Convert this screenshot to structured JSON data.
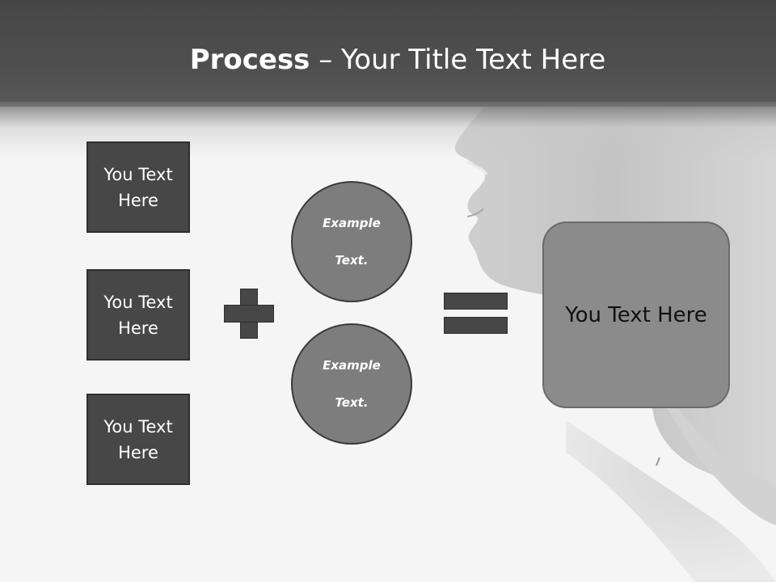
{
  "title": {
    "bold": "Process",
    "rest": " – Your Title Text Here"
  },
  "left_boxes": [
    {
      "line1": "You Text",
      "line2": "Here"
    },
    {
      "line1": "You Text",
      "line2": "Here"
    },
    {
      "line1": "You Text",
      "line2": "Here"
    }
  ],
  "circles": [
    {
      "line1": "Example",
      "line2": "Text."
    },
    {
      "line1": "Example",
      "line2": "Text."
    }
  ],
  "result": {
    "text": "You Text Here"
  },
  "colors": {
    "header": "#464646",
    "box": "#474747",
    "circle": "#7d7d7d",
    "result": "#8b8b8b",
    "background": "#f4f4f4"
  },
  "icons": [
    "plus-icon",
    "equals-icon"
  ]
}
